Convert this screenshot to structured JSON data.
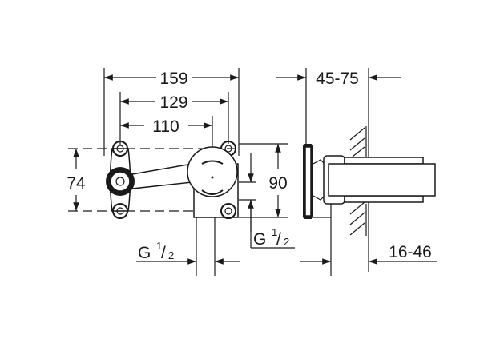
{
  "dimensions": {
    "width_overall": "159",
    "width_mounts": "129",
    "width_center": "110",
    "height_mounts": "74",
    "height_body": "90",
    "depth_range": "45-75",
    "wall_range": "16-46"
  },
  "threads": {
    "bottom": {
      "prefix": "G",
      "num": "1",
      "den": "2"
    },
    "side": {
      "prefix": "G",
      "num": "1",
      "den": "2"
    }
  }
}
